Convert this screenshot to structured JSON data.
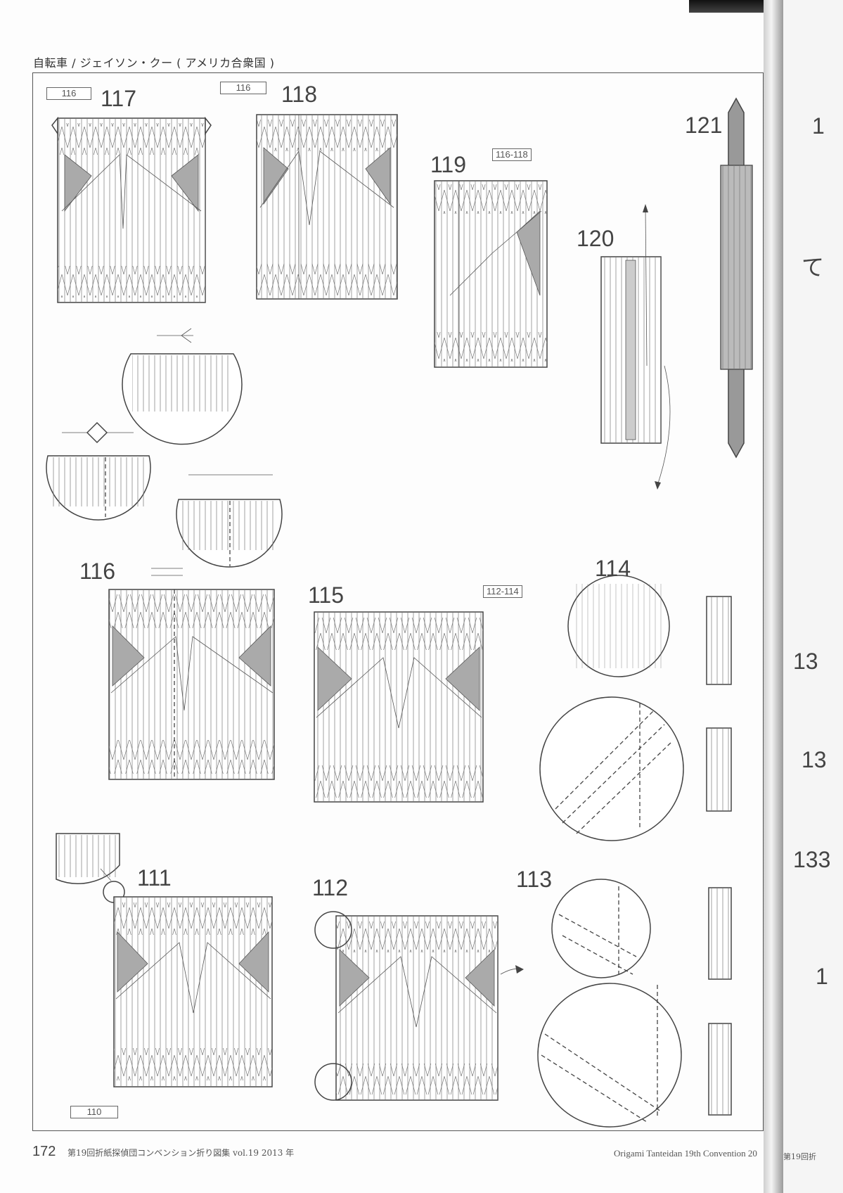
{
  "header": {
    "title": "自転車 / ジェイソン・クー ( アメリカ合衆国 )"
  },
  "steps": [
    {
      "num": "117",
      "ref": "116"
    },
    {
      "num": "118",
      "ref": "116"
    },
    {
      "num": "119",
      "ref": "116-118"
    },
    {
      "num": "120"
    },
    {
      "num": "121"
    },
    {
      "num": "116"
    },
    {
      "num": "115",
      "ref": "112-114"
    },
    {
      "num": "114"
    },
    {
      "num": "111",
      "ref": "110"
    },
    {
      "num": "112"
    },
    {
      "num": "113"
    }
  ],
  "next_page": {
    "partial_labels": [
      "1",
      "て",
      "13",
      "13",
      "133",
      "1"
    ],
    "footer_partial": "第19回折"
  },
  "footer": {
    "page_number": "172",
    "left_text": "第19回折紙探偵団コンベンション折り図集 vol.19 2013 年",
    "right_text": "Origami Tanteidan 19th Convention 20"
  }
}
